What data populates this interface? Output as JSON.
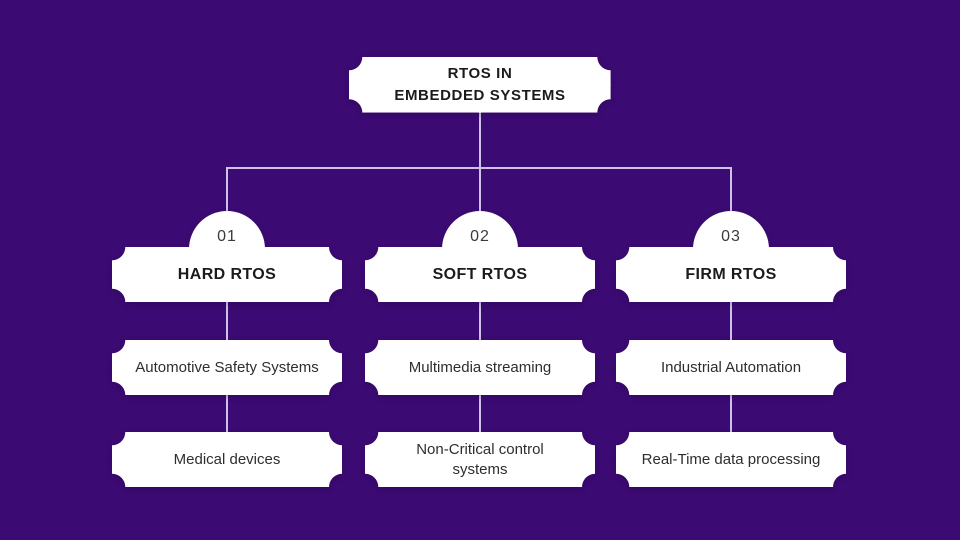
{
  "theme": {
    "bg": "#3c0a73",
    "box_fill": "#ffffff",
    "line_color": "#cfc2ea",
    "title_text": "#1b1b1b",
    "body_text": "#2e2e2e",
    "number_text": "#3b3b3b"
  },
  "root": {
    "title": "RTOS IN\nEMBEDDED SYSTEMS"
  },
  "branches": [
    {
      "number": "01",
      "label": "HARD RTOS",
      "children": [
        "Automotive Safety Systems",
        "Medical devices"
      ]
    },
    {
      "number": "02",
      "label": "SOFT RTOS",
      "children": [
        "Multimedia streaming",
        "Non-Critical control systems"
      ]
    },
    {
      "number": "03",
      "label": "FIRM RTOS",
      "children": [
        "Industrial Automation",
        "Real-Time data processing"
      ]
    }
  ]
}
